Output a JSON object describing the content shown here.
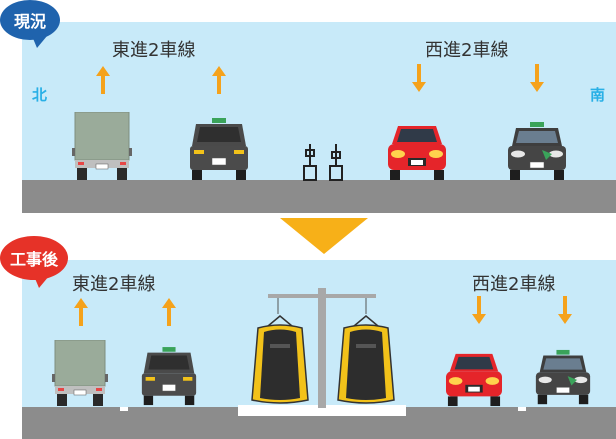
{
  "badges": {
    "current": "現況",
    "after": "工事後"
  },
  "top": {
    "east_label": "東進2車線",
    "west_label": "西進2車線",
    "north_label": "北",
    "south_label": "南"
  },
  "bottom": {
    "east_label": "東進2車線",
    "west_label": "西進2車線"
  },
  "colors": {
    "sky": "#c8eaf9",
    "road": "#8c8c8c",
    "current_badge": "#1f63ad",
    "after_badge": "#e63228",
    "arrow": "#f5a21b",
    "transition_arrow": "#f7b018",
    "tram_body": "#f2c21a"
  },
  "icons": [
    "up-arrow-icon",
    "down-arrow-icon",
    "truck-icon",
    "taxi-icon",
    "red-car-icon",
    "bicycle-rack-icon",
    "tram-icon",
    "overhead-pole-icon"
  ]
}
